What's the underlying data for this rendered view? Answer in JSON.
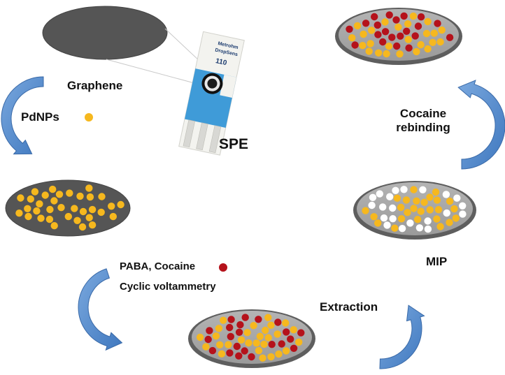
{
  "labels": {
    "graphene": "Graphene",
    "pdnps": "PdNPs",
    "spe": "SPE",
    "paba_cocaine": "PABA, Cocaine",
    "cyclic_voltammetry": "Cyclic voltammetry",
    "extraction": "Extraction",
    "mip": "MIP",
    "cocaine": "Cocaine",
    "rebinding": "rebinding"
  },
  "electrode_print": {
    "brand": "Metrohm",
    "product": "DropSens",
    "model": "110"
  },
  "colors": {
    "graphene": "#555555",
    "graphene_edge": "#444444",
    "mip_surface": "#a9a9a9",
    "mip_edge": "#5a5a5a",
    "pd_nanoparticle": "#f6b81e",
    "cocaine": "#b5121b",
    "cavity": "#ffffff",
    "arrow_fill": "#5b8fd0",
    "arrow_edge": "#3a6aa8",
    "electrode_body": "#f3f3ef",
    "electrode_blue": "#3f9bd8"
  },
  "legend_markers": [
    {
      "name": "pdnps-marker",
      "color": "#f6b81e"
    },
    {
      "name": "cocaine-marker",
      "color": "#b5121b"
    }
  ]
}
